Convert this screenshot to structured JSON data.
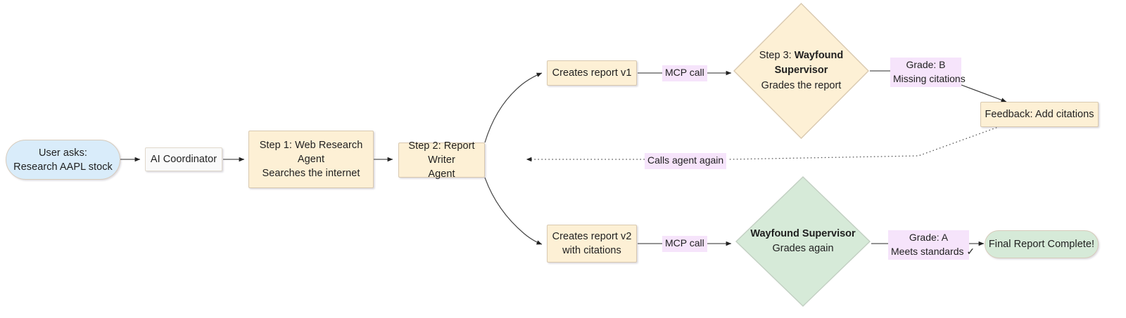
{
  "diagram": {
    "title": "AI research agent workflow with Wayfound Supervisor grading loop",
    "type": "flowchart",
    "direction": "left-to-right",
    "colors": {
      "process_fill": "#fdf0d5",
      "process_stroke": "#d9c9b0",
      "start_fill": "#d9ecfa",
      "end_fill": "#d6ead8",
      "decision_pass_fill": "#d6ead8",
      "decision_check_fill": "#fdf0d5",
      "edge_label_fill": "#f6e4fb",
      "neutral_fill": "#fafafa",
      "edge_stroke": "#555555",
      "text": "#1f1f1f"
    }
  },
  "nodes": {
    "user_request": {
      "shape": "pill",
      "line1": "User asks:",
      "line2": "Research AAPL stock"
    },
    "coordinator": {
      "shape": "rect",
      "line1": "AI Coordinator"
    },
    "step1": {
      "shape": "rect",
      "line1": "Step 1: Web Research",
      "line2": "Agent",
      "line3": "Searches the internet"
    },
    "step2": {
      "shape": "rect",
      "line1": "Step 2: Report Writer",
      "line2": "Agent"
    },
    "report_v1": {
      "shape": "rect",
      "line1": "Creates report v1"
    },
    "step3_supervisor": {
      "shape": "diamond",
      "line1_prefix": "Step 3: ",
      "line1_bold": "Wayfound",
      "line2_bold": "Supervisor",
      "line3": "Grades the report"
    },
    "feedback": {
      "shape": "rect",
      "line1": "Feedback: Add citations"
    },
    "report_v2": {
      "shape": "rect",
      "line1": "Creates report v2",
      "line2": "with citations"
    },
    "supervisor_again": {
      "shape": "diamond",
      "line1_bold": "Wayfound Supervisor",
      "line2": "Grades again"
    },
    "final": {
      "shape": "pill",
      "line1": "Final Report Complete!"
    }
  },
  "edge_labels": {
    "mcp_call_top": "MCP call",
    "mcp_call_bottom": "MCP call",
    "grade_b_line1": "Grade: B",
    "grade_b_line2": "Missing citations",
    "calls_agent_again": "Calls agent again",
    "grade_a_line1": "Grade: A",
    "grade_a_line2": "Meets standards ✓"
  },
  "edges": [
    {
      "from": "user_request",
      "to": "coordinator",
      "style": "solid",
      "label": ""
    },
    {
      "from": "coordinator",
      "to": "step1",
      "style": "solid",
      "label": ""
    },
    {
      "from": "step1",
      "to": "step2",
      "style": "solid",
      "label": ""
    },
    {
      "from": "step2",
      "to": "report_v1",
      "style": "solid",
      "label": ""
    },
    {
      "from": "report_v1",
      "to": "step3_supervisor",
      "style": "solid",
      "label": "MCP call"
    },
    {
      "from": "step3_supervisor",
      "to": "feedback",
      "style": "solid",
      "label": "Grade: B / Missing citations"
    },
    {
      "from": "feedback",
      "to": "step2",
      "style": "dotted",
      "label": "Calls agent again"
    },
    {
      "from": "step2",
      "to": "report_v2",
      "style": "solid",
      "label": ""
    },
    {
      "from": "report_v2",
      "to": "supervisor_again",
      "style": "solid",
      "label": "MCP call"
    },
    {
      "from": "supervisor_again",
      "to": "final",
      "style": "solid",
      "label": "Grade: A / Meets standards ✓"
    }
  ]
}
